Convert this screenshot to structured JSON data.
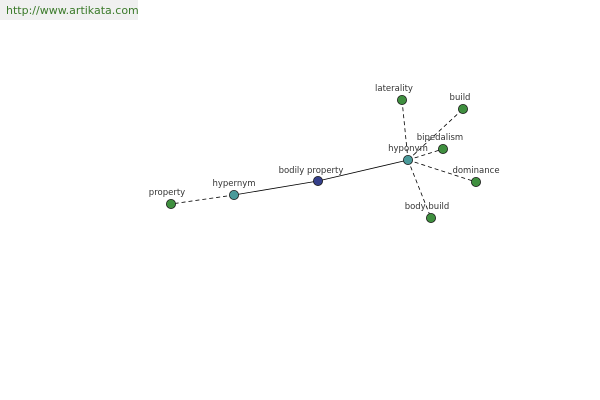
{
  "source_url": "http://www.artikata.com",
  "colors": {
    "leaf_node": "#3f8f3f",
    "relation_node": "#4a9a9a",
    "center_node": "#353f8a",
    "edge": "#000000"
  },
  "graph": {
    "center": {
      "id": "bodily-property",
      "label": "bodily property",
      "kind": "center"
    },
    "relations": [
      {
        "id": "hypernym",
        "label": "hypernym",
        "kind": "relation",
        "leaves": [
          {
            "id": "property",
            "label": "property"
          }
        ]
      },
      {
        "id": "hyponym",
        "label": "hyponym",
        "kind": "relation",
        "leaves": [
          {
            "id": "laterality",
            "label": "laterality"
          },
          {
            "id": "build",
            "label": "build"
          },
          {
            "id": "bipedalism",
            "label": "bipedalism"
          },
          {
            "id": "dominance",
            "label": "dominance"
          },
          {
            "id": "body-build",
            "label": "body build"
          }
        ]
      }
    ]
  }
}
